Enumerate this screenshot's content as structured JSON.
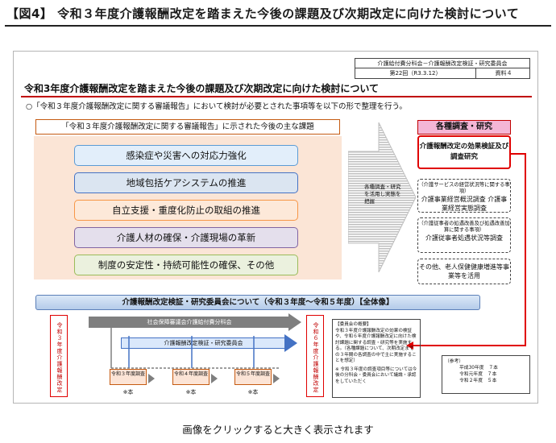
{
  "figure_title": "【図4】 令和３年度介護報酬改定を踏まえた今後の課題及び次期改定に向けた検討について",
  "meta": {
    "committee": "介護給付費分科会－介護報酬改定検証・研究委員会",
    "session": "第22回（R3.3.12）",
    "doc_no": "資料４"
  },
  "slide_title": "令和3年度介護報酬改定を踏まえた今後の課題及び次期改定に向けた検討について",
  "intro": "○「令和３年度介護報酬改定に関する審議報告」において検討が必要とされた事項等を以下の形で整理を行う。",
  "list_heading": "「令和３年度介護報酬改定に関する審議報告」に示された今後の主な課題",
  "issues": [
    "感染症や災害への対応力強化",
    "地域包括ケアシステムの推進",
    "自立支援・重度化防止の取組の推進",
    "介護人材の確保・介護現場の革新",
    "制度の安定性・持続可能性の確保、その他"
  ],
  "arrow_text": "各種調査・研究を活用し実態を把握",
  "right_heading": "各種調査・研究",
  "research": {
    "main": "介護報酬改定の効果検証及び調査研究",
    "box1_small": "（介護サービスの経営状況等に関する事項）",
    "box1_large": "介護事業経営概況調査 介護事業経営実態調査",
    "box2_small": "（介護従事者の処遇改善及び処遇改善加算に関する事項）",
    "box2_large": "介護従事者処遇状況等調査",
    "box3_large": "その他、老人保健健康増進等事業等を活用"
  },
  "whole_bar": "介護報酬改定検証・研究委員会について（令和３年度～令和５年度）【全体像】",
  "left_vertical": "令和３年度介護報酬改定",
  "right_vertical": "令和６年度介護報酬改定",
  "gray_bar": "社会保障審議会介護給付費分科会",
  "blue_bar": "介護報酬改定検証・研究委員会",
  "years": [
    {
      "label": "令和３年度調査",
      "note": "※本"
    },
    {
      "label": "令和４年度調査",
      "note": "※本"
    },
    {
      "label": "令和５年度調査",
      "note": "※本"
    }
  ],
  "overview": {
    "heading": "【委員会の概要】",
    "body": "令和３年度介護報酬改定の効果の検証や、令和６年度介護報酬改定に向けた検討課題に関する調査・研究等を実施する。（各種課題について、次期改定までの３年間の各調査の中で主に実施することを想定）",
    "note": "※ 令和３年度の調査項目等については今後の分科会・委員会において議論・承認をしていただく"
  },
  "reference": {
    "heading": "（参考）",
    "rows": [
      "平成30年度　７本",
      "令和元年度　７本",
      "令和２年度　５本"
    ]
  },
  "bottom_caption": "画像をクリックすると大きく表示されます"
}
